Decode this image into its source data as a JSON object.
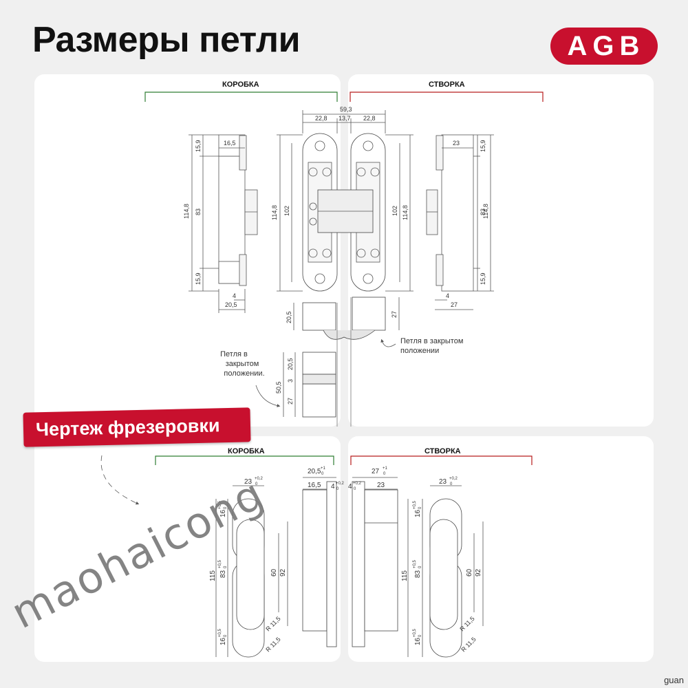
{
  "header": {
    "title": "Размеры петли",
    "brand": "AGB"
  },
  "sections": {
    "box": "КОРОБКА",
    "sash": "СТВОРКА",
    "box_bottom": "КОРОБКА",
    "sash_bottom": "СТВОРКА"
  },
  "ribbon": "Чертеж фрезеровки",
  "notes": {
    "closed_left": [
      "Петля в",
      "закрытом",
      "положении."
    ],
    "closed_right": [
      "Петля в закрытом",
      "положении"
    ]
  },
  "watermark": "maohaicong",
  "corner": "guan",
  "dims_top": {
    "overall": "59,3",
    "left_plate": "22,8",
    "gap": "13,7",
    "right_plate": "22,8",
    "h_total": "114,8",
    "h_inner": "83",
    "h_edge_top": "15,9",
    "h_edge_bottom": "15,9",
    "h_plate": "102",
    "w_side": "16,5",
    "w_base": "20,5",
    "w_step": "4",
    "w_side_r": "23",
    "w_base_r": "27",
    "w_step_r": "4",
    "closed_box": "20,5",
    "closed_sash": "27",
    "closed_total": "50,5",
    "closed_a": "20,5",
    "closed_gap": "3",
    "closed_b": "27"
  },
  "dims_bottom": {
    "box_w": "23",
    "box_w_tol": "+0,2",
    "box_w_tol2": "0",
    "box_depth": "20,5",
    "box_depth_tol": "+1",
    "box_depth_tol2": "0",
    "box_side": "16,5",
    "box_step": "4",
    "box_step_tol": "+0,2",
    "box_step_tol2": "0",
    "box_h_total": "115",
    "box_h_mid": "83",
    "box_h_mid_tol": "+0,5",
    "box_h_mid_tol2": "0",
    "box_h_top": "16",
    "box_h_top_tol": "+0,5",
    "box_h_top_tol2": "0",
    "box_h_bot": "16",
    "box_h_bot_tol": "+0,5",
    "box_h_bot_tol2": "0",
    "slot_60": "60",
    "slot_92": "92",
    "radius1": "R 11,5",
    "radius2": "R 11,5",
    "sash_depth": "27",
    "sash_depth_tol": "+1",
    "sash_depth_tol2": "0",
    "sash_side": "23",
    "sash_step": "4",
    "sash_step_tol": "+0,2",
    "sash_step_tol2": "0",
    "sash_w": "23",
    "sash_w_tol": "+0,2",
    "sash_w_tol2": "0",
    "sash_h_total": "115",
    "sash_h_mid": "83",
    "sash_h_mid_tol": "+0,5",
    "sash_h_mid_tol2": "0",
    "sash_h_top": "16",
    "sash_h_top_tol": "+0,5",
    "sash_h_top_tol2": "0",
    "sash_h_bot": "16",
    "sash_h_bot_tol": "+0,5",
    "sash_h_bot_tol2": "0",
    "sash_slot_60": "60",
    "sash_slot_92": "92",
    "sash_radius1": "R 11,5",
    "sash_radius2": "R 11,5"
  },
  "colors": {
    "accent": "#c8102e",
    "box_line": "#2e7d32",
    "sash_line": "#b71c1c"
  }
}
